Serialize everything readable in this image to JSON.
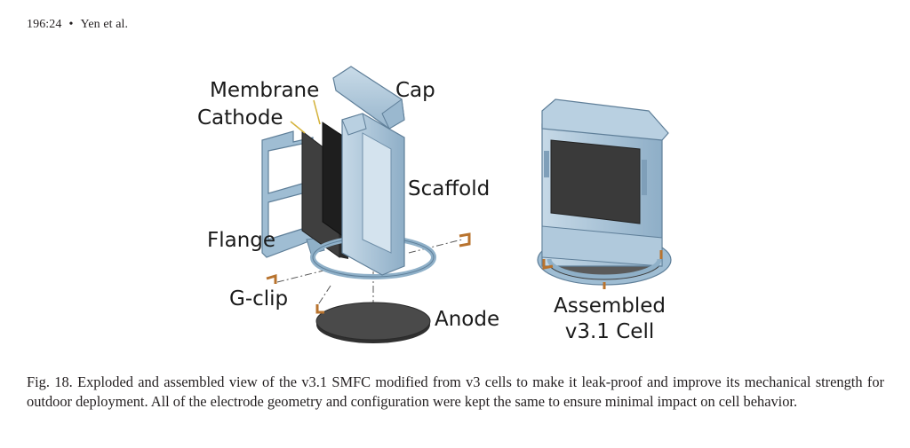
{
  "header": {
    "page_number": "196:24",
    "separator": "•",
    "authors": "Yen et al."
  },
  "figure": {
    "labels": {
      "membrane": "Membrane",
      "cap": "Cap",
      "cathode": "Cathode",
      "scaffold": "Scaffold",
      "flange": "Flange",
      "gclip": "G-clip",
      "anode": "Anode",
      "assembled_line1": "Assembled",
      "assembled_line2": "v3.1 Cell"
    },
    "colors": {
      "plastic": "#a8c3d8",
      "plastic_dark": "#7f9fb9",
      "plastic_light": "#c9dbe8",
      "electrode": "#4a4a4a",
      "electrode_dark": "#2e2e2e",
      "clip": "#b8732e",
      "leader": "#d4b23a"
    }
  },
  "caption": {
    "text": "Fig. 18.  Exploded and assembled view of the v3.1 SMFC modified from v3 cells to make it leak-proof and improve its mechanical strength for outdoor deployment. All of the electrode geometry and configuration were kept the same to ensure minimal impact on cell behavior."
  }
}
